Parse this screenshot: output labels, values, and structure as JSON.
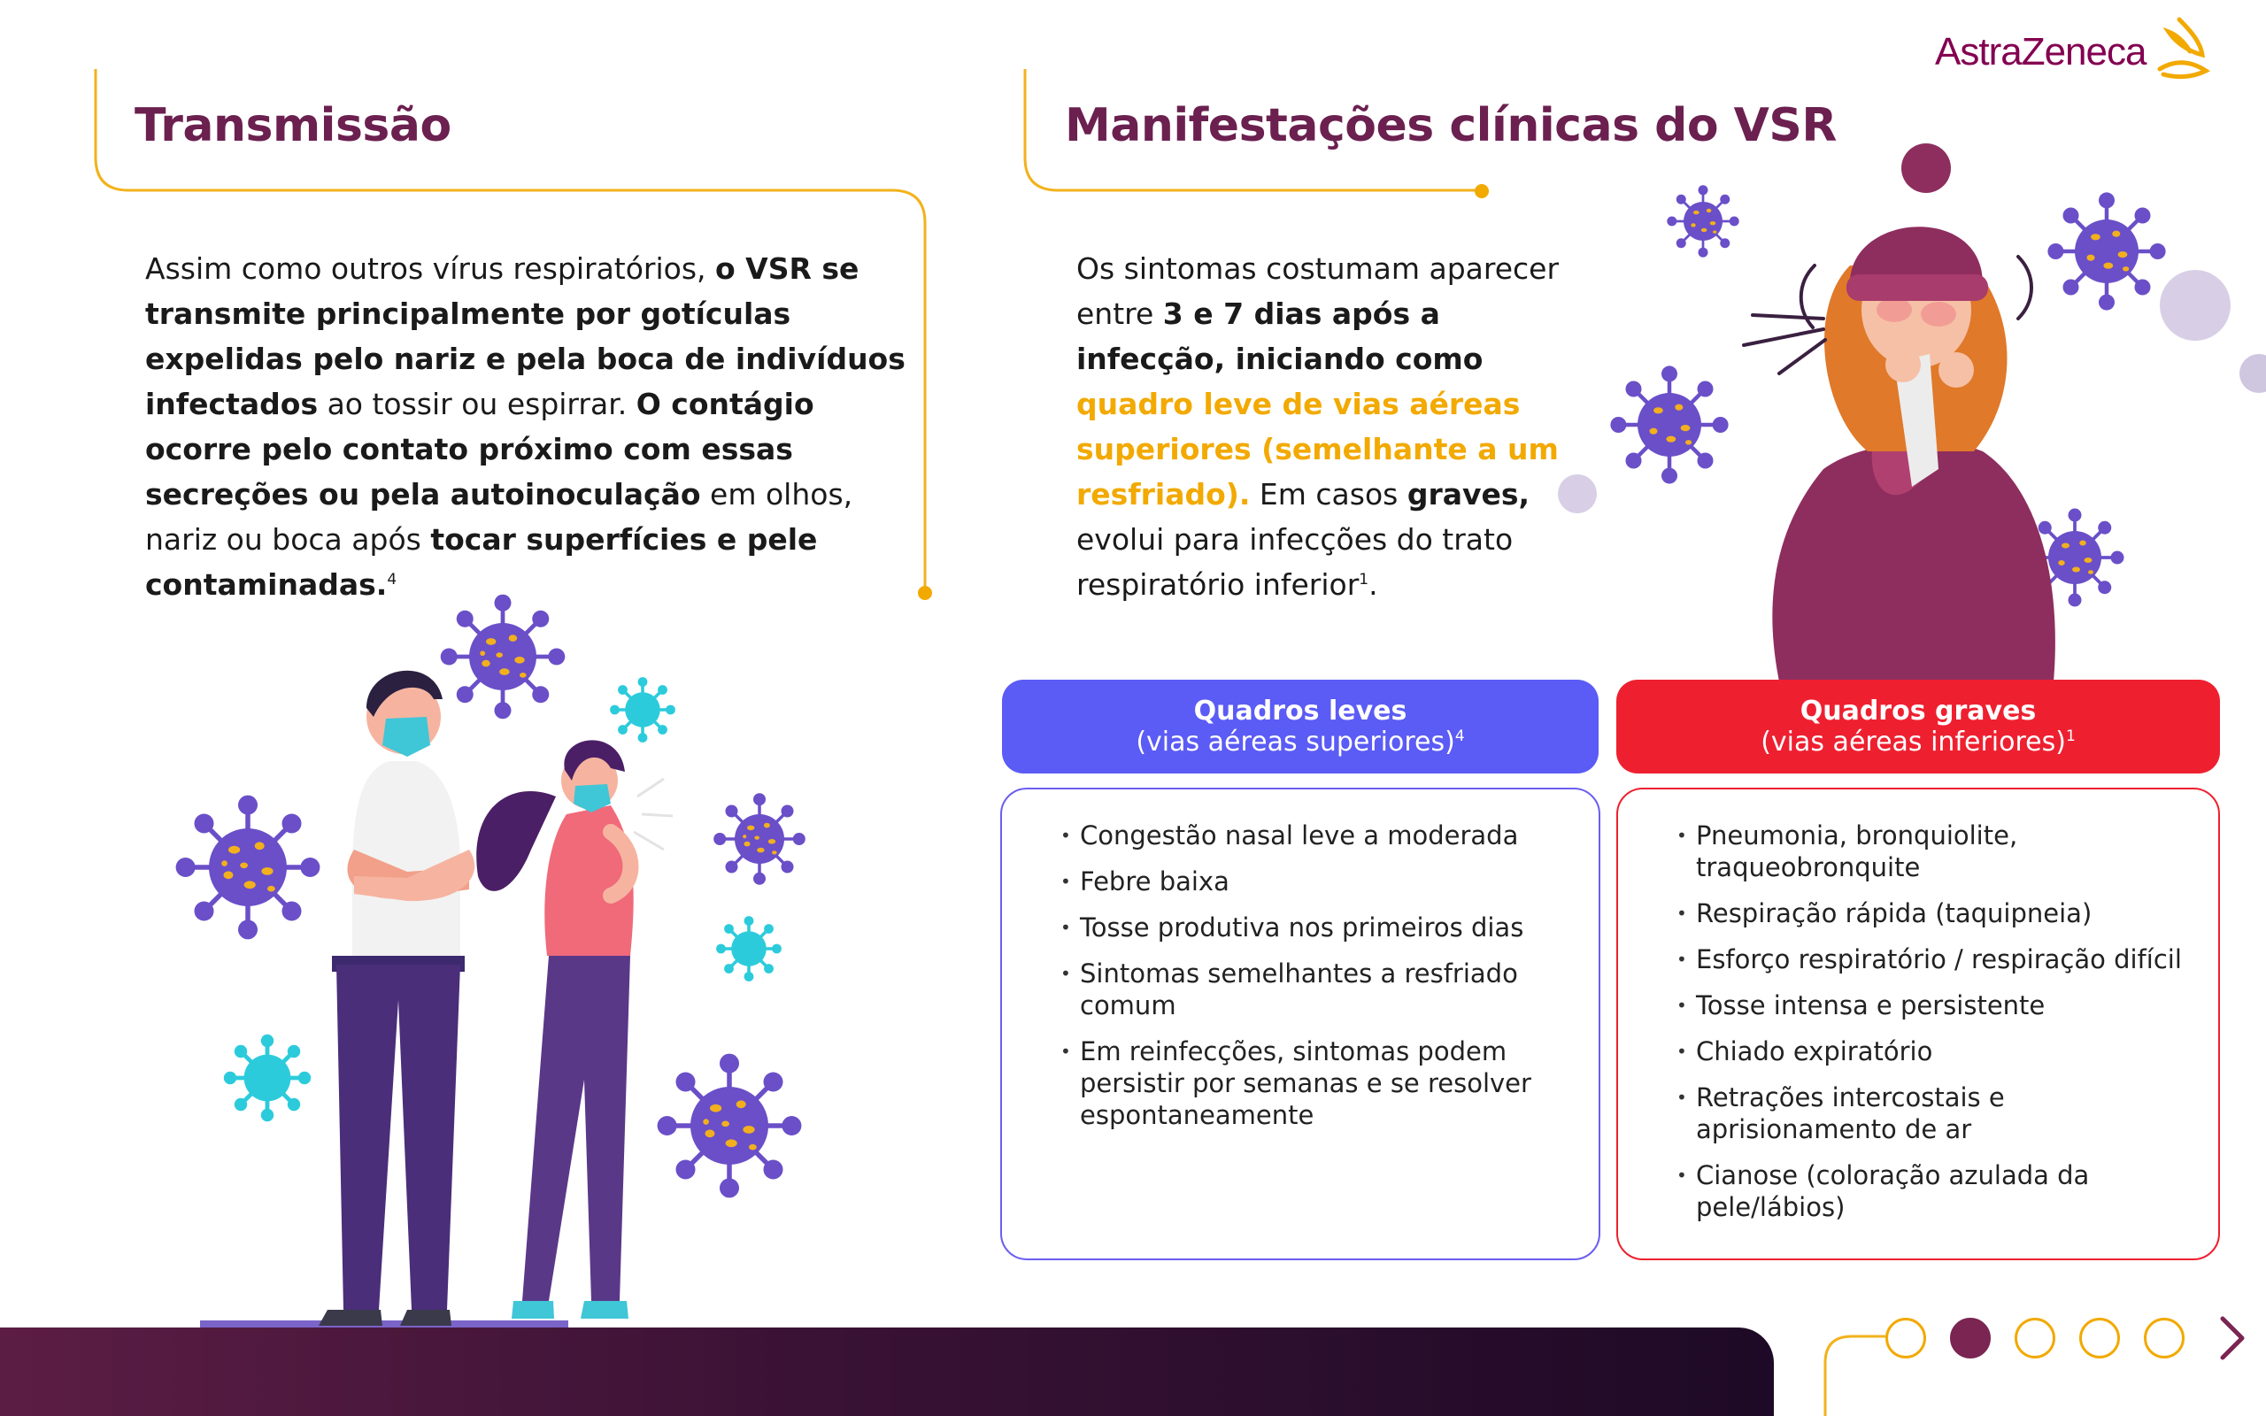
{
  "brand": {
    "name": "AstraZeneca",
    "color": "#830051",
    "accent": "#f2a900"
  },
  "left": {
    "title": "Transmissão",
    "paragraph": [
      {
        "t": "Assim como outros vírus respiratórios, ",
        "b": false
      },
      {
        "t": "o VSR se transmite principalmente por gotículas expelidas pelo nariz e pela boca de indivíduos infectados",
        "b": true
      },
      {
        "t": " ao tossir ou espirrar. ",
        "b": false
      },
      {
        "t": "O contágio ocorre pelo contato próximo com essas secreções ou pela autoinoculação",
        "b": true
      },
      {
        "t": " em olhos, nariz ou boca após ",
        "b": false
      },
      {
        "t": "tocar superfícies e pele contaminadas.",
        "b": true
      }
    ],
    "paragraph_sup": "4",
    "illustration": "two-people-coughing-with-virus-icons"
  },
  "right": {
    "title": "Manifestações clínicas do VSR",
    "paragraph": [
      {
        "t": "Os sintomas costumam aparecer entre ",
        "s": "n"
      },
      {
        "t": "3 e 7 dias após a infecção, iniciando como ",
        "s": "b"
      },
      {
        "t": "quadro leve de vias aéreas superiores (semelhante a um resfriado).",
        "s": "h"
      },
      {
        "t": " Em casos ",
        "s": "n"
      },
      {
        "t": "graves,",
        "s": "b"
      },
      {
        "t": " evolui para infecções do trato respiratório inferior",
        "s": "n"
      }
    ],
    "paragraph_sup": "1",
    "paragraph_end": ".",
    "illustration": "sick-woman-coughing-icon"
  },
  "cards": {
    "mild": {
      "title": "Quadros leves",
      "subtitle": "(vias aéreas superiores)",
      "sup": "4",
      "color": "#5b5bf5",
      "items": [
        "Congestão nasal leve a moderada",
        "Febre baixa",
        "Tosse produtiva nos primeiros dias",
        "Sintomas semelhantes a resfriado comum",
        "Em reinfecções, sintomas podem persistir por semanas e se resolver espontaneamente"
      ]
    },
    "severe": {
      "title": "Quadros graves",
      "subtitle": "(vias aéreas inferiores)",
      "sup": "1",
      "color": "#ee2030",
      "items": [
        "Pneumonia, bronquiolite, traqueobronquite",
        "Respiração rápida (taquipneia)",
        "Esforço respiratório / respiração difícil",
        "Tosse intensa e persistente",
        "Chiado expiratório",
        "Retrações intercostais e aprisionamento de ar",
        "Cianose (coloração azulada da pele/lábios)"
      ]
    }
  },
  "pager": {
    "pages": 5,
    "current": 2,
    "next_icon": "chevron-right-icon"
  }
}
